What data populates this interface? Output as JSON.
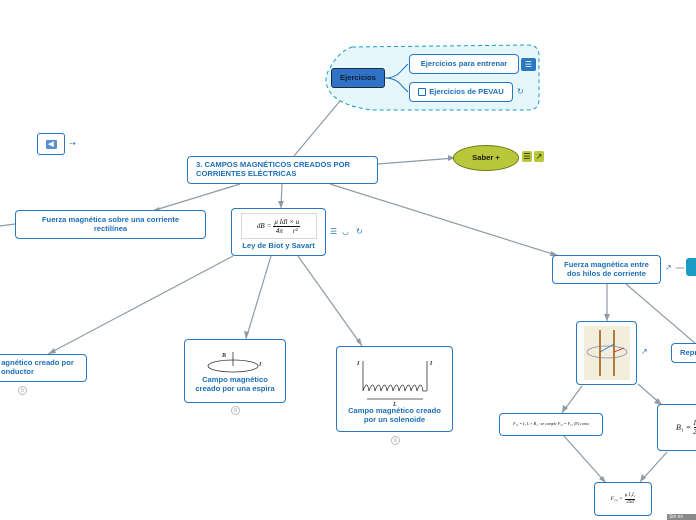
{
  "map": {
    "central": "3. CAMPOS MAGNÉTICOS CREADOS POR CORRIENTES ELÉCTRICAS",
    "ejercicios": {
      "label": "Ejercicios",
      "items": [
        "Ejercicios para entrenar",
        "Ejercicios de PEVAU"
      ]
    },
    "saber": "Saber +",
    "fuerza_corriente": "Fuerza magnética sobre una corriente rectilínea",
    "biot": {
      "label": "Ley de Biot y Savart",
      "formula_lhs": "dB",
      "formula_num": "μ Idl × u",
      "formula_den_left": "4π",
      "formula_den_right": "r²"
    },
    "fuerza_hilos": "Fuerza magnética entre dos hilos de corriente",
    "conductor_line1": "agnético creado por",
    "conductor_line2": "onductor",
    "espira": "Campo magnético creado por una espira",
    "solenoide": "Campo magnético creado por un solenoide",
    "repr": "Repr",
    "formula_f12": "F₁₂ = I₂ L × B₁ ; se cumple F₁₂ = F₂₁ (N) como",
    "formula_b1_lhs": "B₁ =",
    "formula_b1_num": "I",
    "formula_b1_den": "2",
    "formula_bottom_lhs": "F₁₂ =",
    "formula_bottom_num": "μ I₁I₂",
    "formula_bottom_den": "2πd",
    "espira_b": "B",
    "espira_i": "I",
    "sol_i_left": "I",
    "sol_i_right": "I",
    "sol_l": "L",
    "counts": {
      "conductor": "5",
      "espira": "6",
      "solenoide": "6"
    },
    "footer": "Sin es"
  },
  "colors": {
    "node_border": "#2a78c0",
    "node_text": "#1e6fb8",
    "ejercicios_fill": "#2f72c6",
    "group_fill": "#e6f7fc",
    "saber_fill": "#b9c73a",
    "link": "#8f9aa4"
  },
  "icons": {
    "back": "back-arrow-icon",
    "share": "external-link-icon",
    "notes": "notes-icon",
    "link": "attachment-icon",
    "check": "checklist-icon"
  }
}
